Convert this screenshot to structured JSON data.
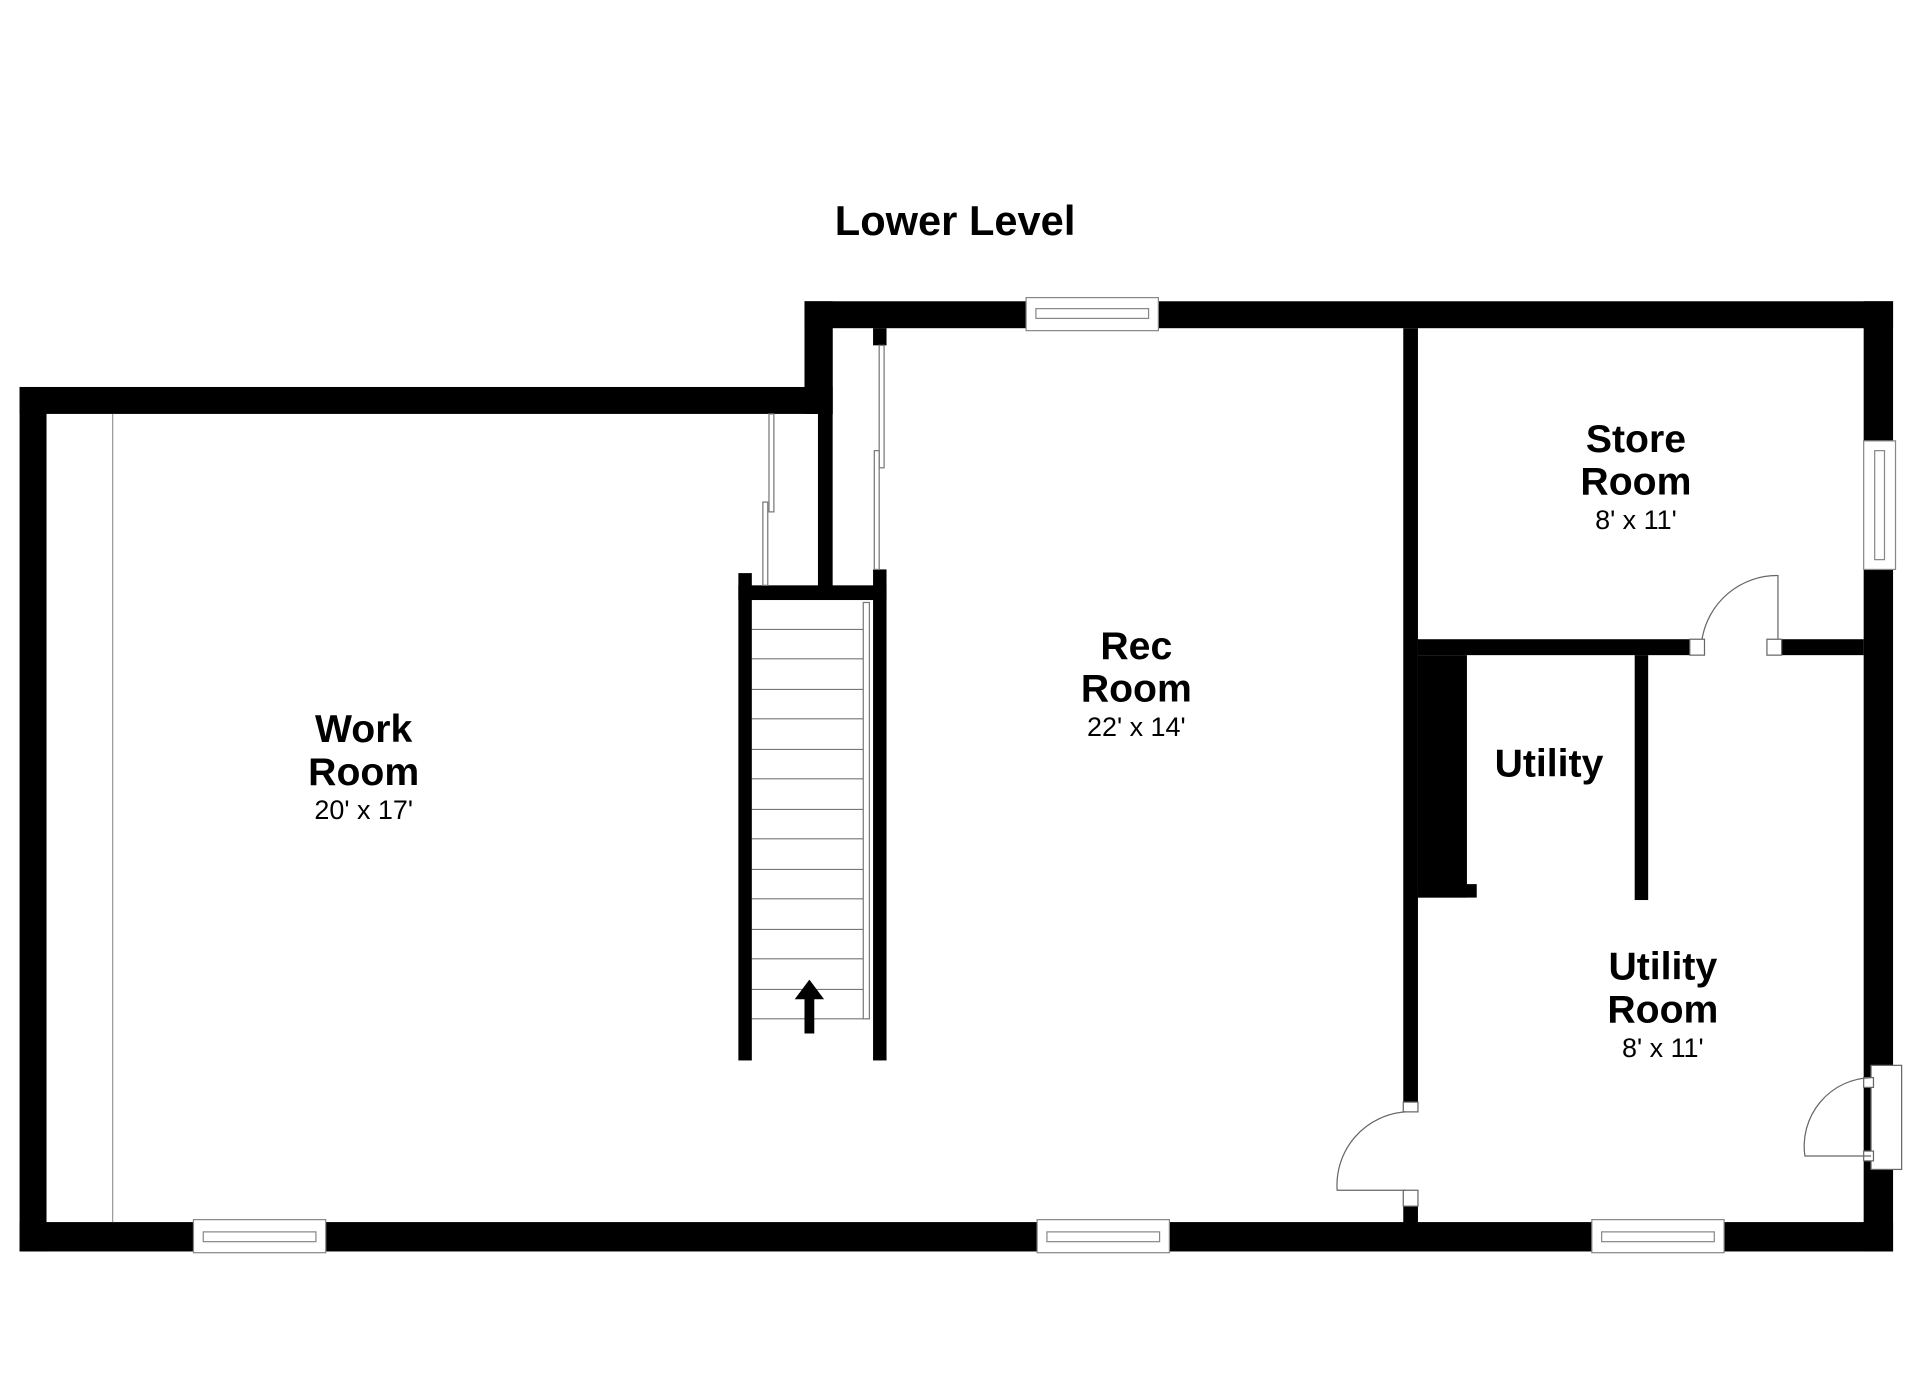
{
  "title": "Lower Level",
  "rooms": {
    "work": {
      "name1": "Work",
      "name2": "Room",
      "size": "20' x 17'"
    },
    "rec": {
      "name1": "Rec",
      "name2": "Room",
      "size": "22' x 14'"
    },
    "store": {
      "name1": "Store",
      "name2": "Room",
      "size": "8' x 11'"
    },
    "utility_closet": {
      "name": "Utility"
    },
    "utility": {
      "name1": "Utility",
      "name2": "Room",
      "size": "8' x 11'"
    }
  },
  "icons": {
    "stairs": "arrow-up-icon"
  }
}
